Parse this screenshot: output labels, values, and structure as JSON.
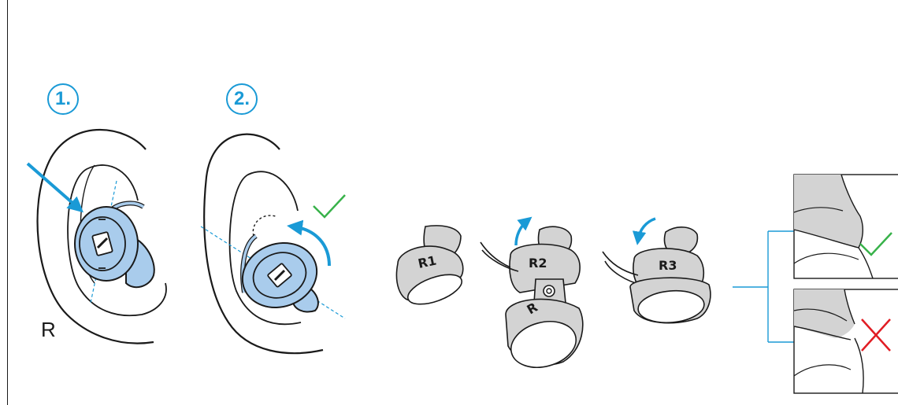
{
  "steps": [
    {
      "label": "1."
    },
    {
      "label": "2."
    }
  ],
  "side_label": "R",
  "ear_tips": [
    {
      "label": "R1"
    },
    {
      "label": "R2"
    },
    {
      "label": "R3"
    }
  ],
  "earbud_label": "R",
  "fit_results": [
    {
      "result": "correct",
      "icon": "checkmark-icon"
    },
    {
      "result": "incorrect",
      "icon": "cross-icon"
    }
  ],
  "colors": {
    "accent_blue": "#1a9ad6",
    "bud_fill": "#a9ccec",
    "tip_gray": "#d3d3d3",
    "check_green": "#38b24a",
    "cross_red": "#e11d24",
    "line": "#1a1a1a"
  }
}
